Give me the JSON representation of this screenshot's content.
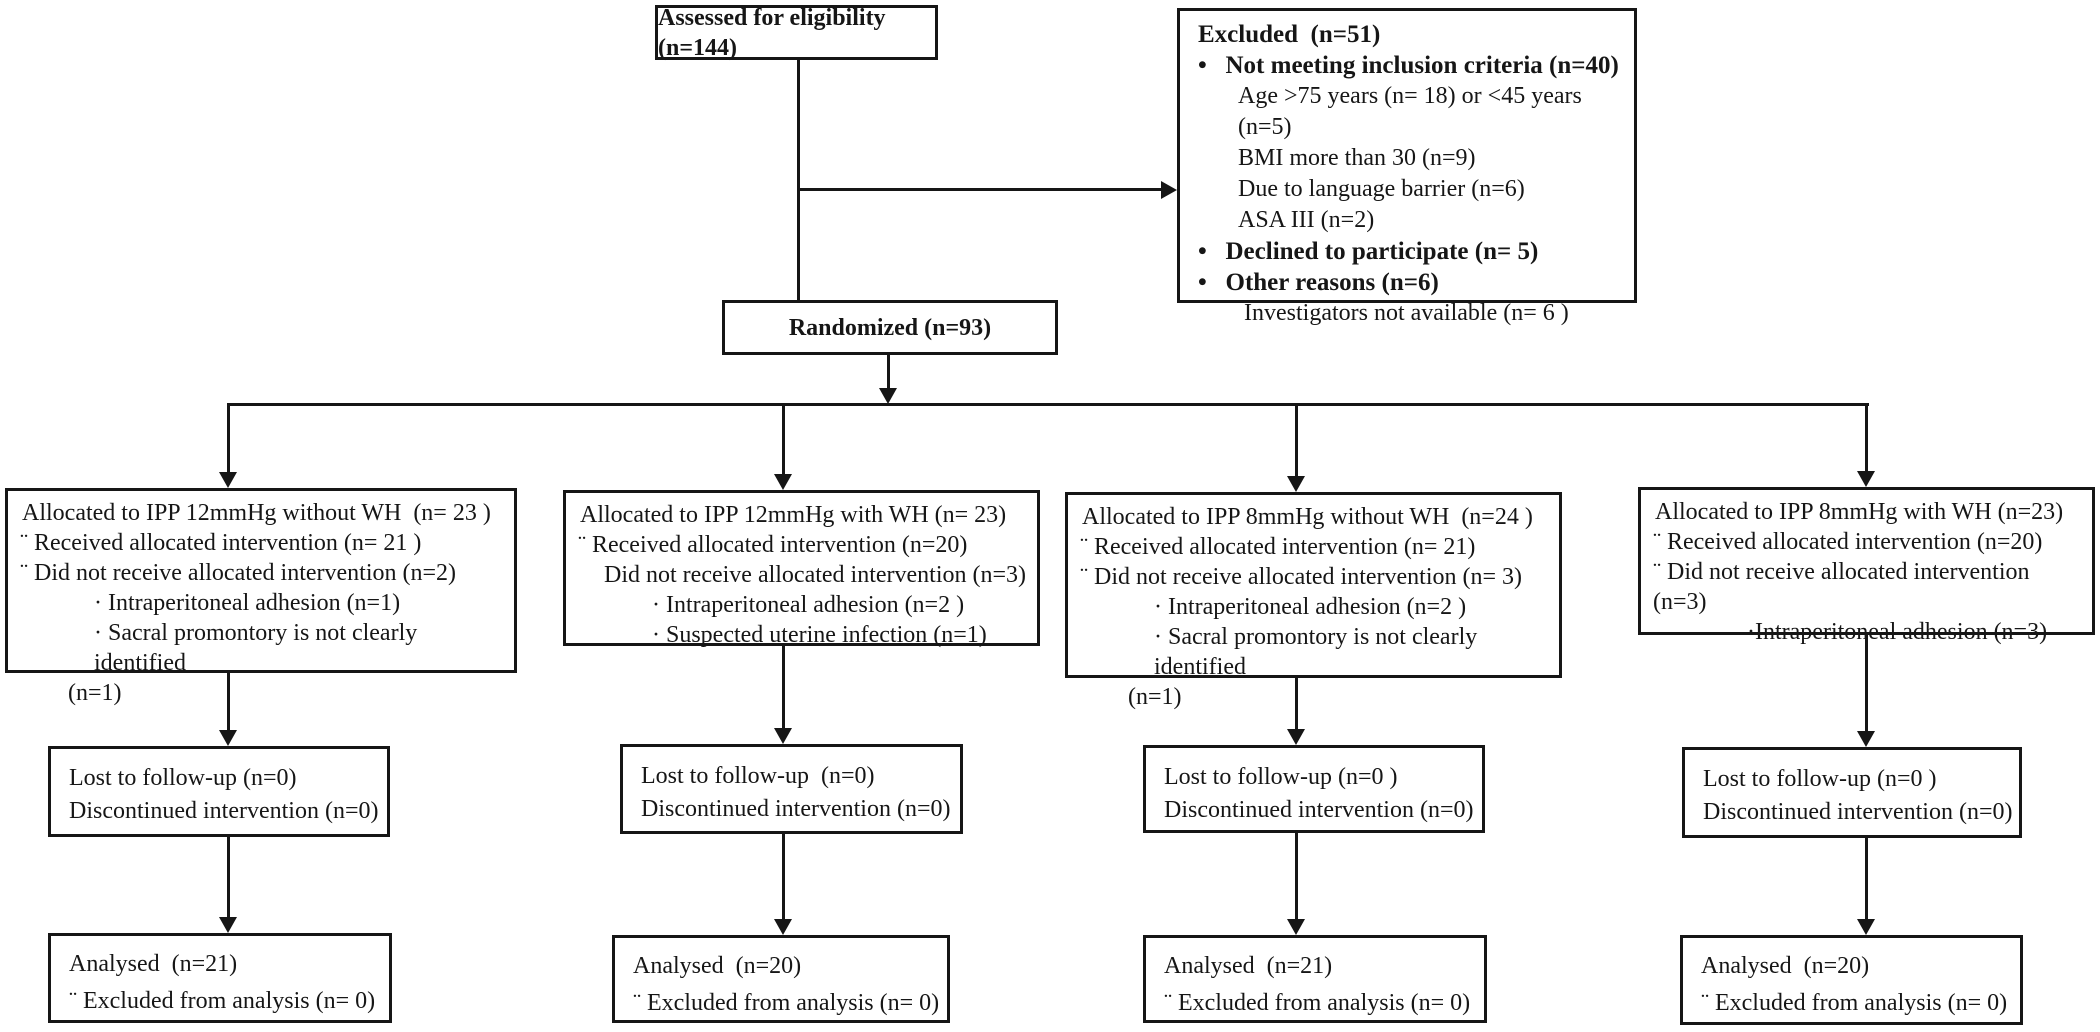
{
  "assessed": {
    "label": "Assessed for eligibility (n=144)"
  },
  "excluded": {
    "l1": "Excluded  (n=51)",
    "l2": "•   Not meeting inclusion criteria (n=40)",
    "l3": "Age >75 years (n= 18) or <45 years (n=5)",
    "l4": "BMI more than 30 (n=9)",
    "l5": "Due to language barrier (n=6)",
    "l6": "ASA III (n=2)",
    "l7": "•   Declined to participate (n= 5)",
    "l8": "•   Other reasons (n=6)",
    "l9": "Investigators not available (n= 6 )"
  },
  "randomized": {
    "label": "Randomized (n=93)"
  },
  "arm1": {
    "alloc1": "Allocated to IPP 12mmHg without WH  (n= 23 )",
    "alloc2": "¨ Received allocated intervention (n= 21 )",
    "alloc3": "¨ Did not receive allocated intervention (n=2)",
    "alloc4": "· Intraperitoneal adhesion (n=1)",
    "alloc5": "· Sacral promontory is not clearly identified",
    "alloc6": "(n=1)",
    "fu1": "Lost to follow-up (n=0)",
    "fu2": "Discontinued intervention (n=0)",
    "an1": "Analysed  (n=21)",
    "an2": "¨ Excluded from analysis (n= 0)"
  },
  "arm2": {
    "alloc1": "Allocated to IPP 12mmHg with WH (n= 23)",
    "alloc2": "¨ Received allocated intervention (n=20)",
    "alloc3": "Did not receive allocated intervention (n=3)",
    "alloc4": "· Intraperitoneal adhesion (n=2 )",
    "alloc5": "· Suspected uterine infection (n=1)",
    "fu1": "Lost to follow-up  (n=0)",
    "fu2": "Discontinued intervention (n=0)",
    "an1": "Analysed  (n=20)",
    "an2": "¨ Excluded from analysis (n= 0)"
  },
  "arm3": {
    "alloc1": "Allocated to IPP 8mmHg without WH  (n=24 )",
    "alloc2": "¨ Received allocated intervention (n= 21)",
    "alloc3": "¨ Did not receive allocated intervention (n= 3)",
    "alloc4": "· Intraperitoneal adhesion (n=2 )",
    "alloc5": "· Sacral promontory is not clearly identified",
    "alloc6": "(n=1)",
    "fu1": "Lost to follow-up (n=0 )",
    "fu2": "Discontinued intervention (n=0)",
    "an1": "Analysed  (n=21)",
    "an2": "¨ Excluded from analysis (n= 0)"
  },
  "arm4": {
    "alloc1": "Allocated to IPP 8mmHg with WH (n=23)",
    "alloc2": "¨ Received allocated intervention (n=20)",
    "alloc3": "¨ Did not receive allocated intervention  (n=3)",
    "alloc4": "·Intraperitoneal adhesion (n=3)",
    "fu1": "Lost to follow-up (n=0 )",
    "fu2": "Discontinued intervention (n=0)",
    "an1": "Analysed  (n=20)",
    "an2": "¨ Excluded from analysis (n= 0)"
  }
}
